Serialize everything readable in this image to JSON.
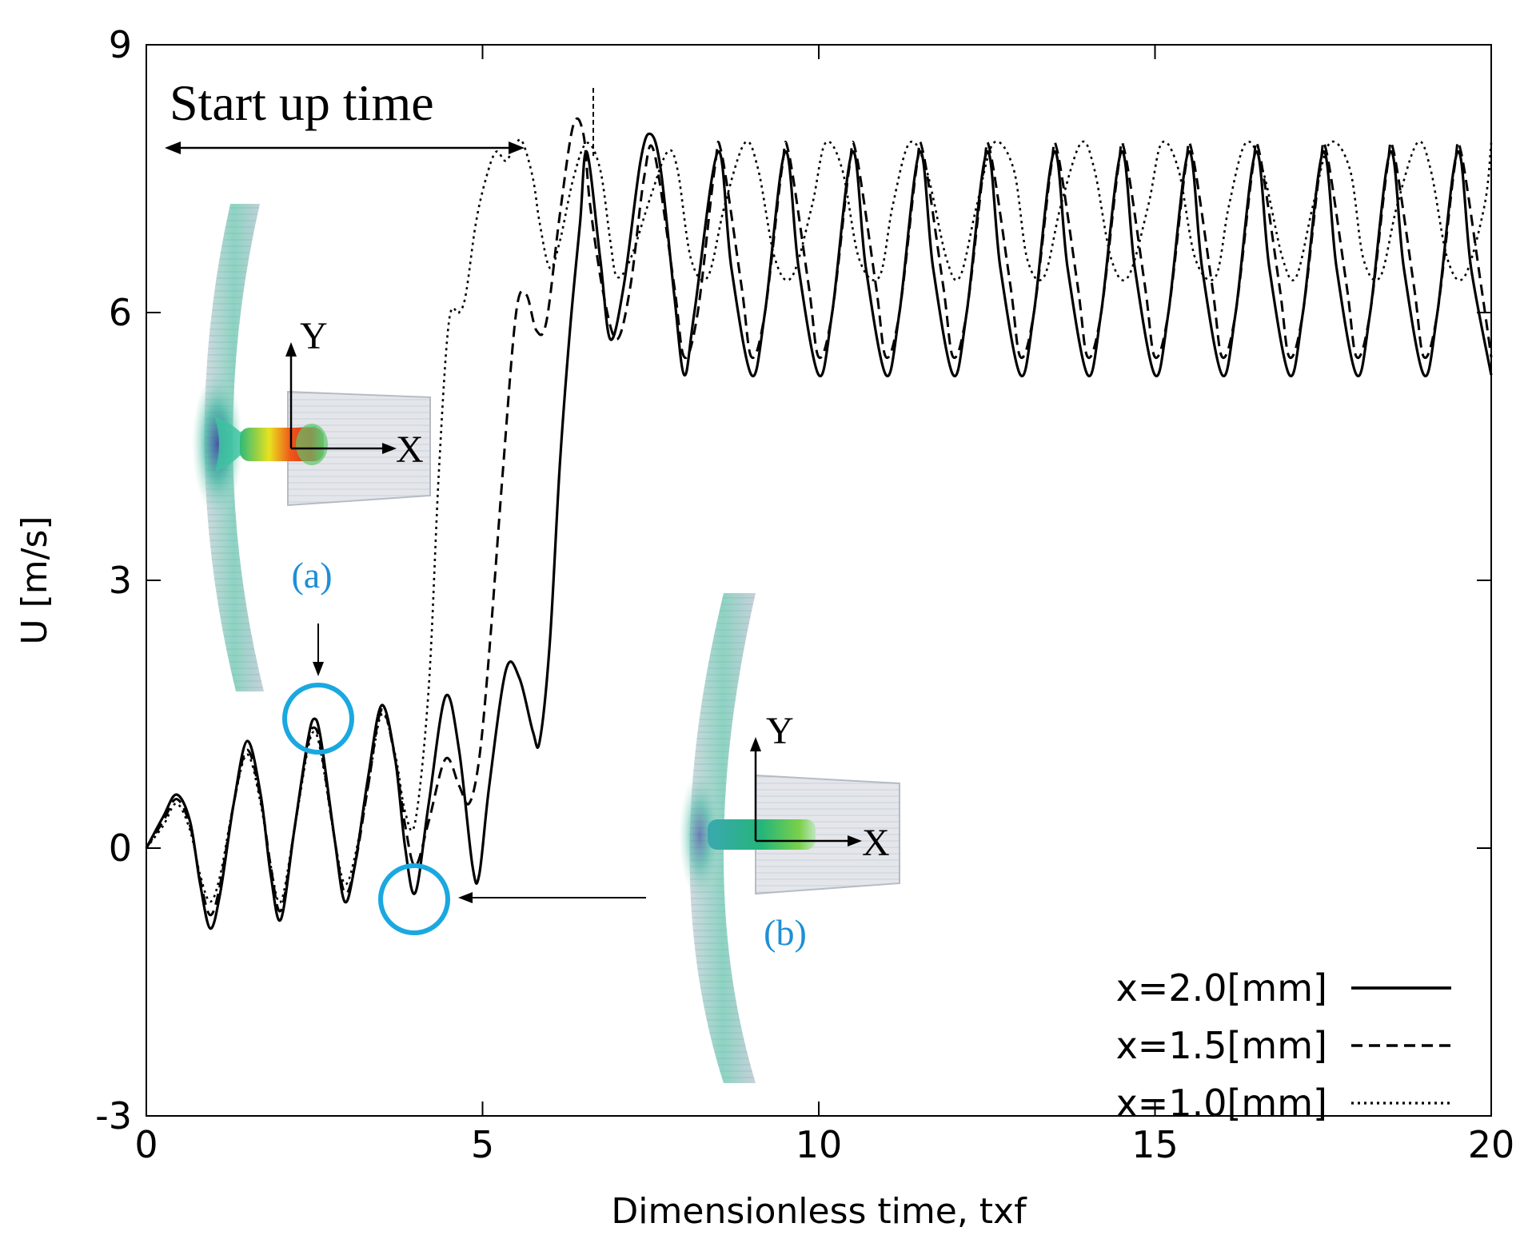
{
  "chart_data": {
    "type": "line",
    "xlabel": "Dimensionless time, txf",
    "ylabel": "U [m/s]",
    "xlim": [
      0,
      20
    ],
    "ylim": [
      -3,
      9
    ],
    "xticks": [
      0,
      5,
      10,
      15,
      20
    ],
    "yticks": [
      -3,
      0,
      3,
      6,
      9
    ],
    "grid": false,
    "legend_position": "bottom-right",
    "annotation_start_up": "Start up time",
    "series": [
      {
        "name": "x=2.0[mm]",
        "style": "solid",
        "x": [
          0,
          0.25,
          0.45,
          0.65,
          0.8,
          0.95,
          1.1,
          1.3,
          1.5,
          1.7,
          1.85,
          2.0,
          2.2,
          2.4,
          2.5,
          2.6,
          2.8,
          2.95,
          3.1,
          3.3,
          3.5,
          3.7,
          3.85,
          4.0,
          4.2,
          4.45,
          4.65,
          4.85,
          4.95,
          5.1,
          5.35,
          5.55,
          5.75,
          5.85,
          6.0,
          6.15,
          6.3,
          6.45,
          6.55,
          6.75,
          6.9,
          7.1,
          7.35,
          7.5,
          7.65,
          7.85,
          8.0,
          8.15,
          8.5,
          8.7,
          9.0,
          9.2,
          9.5,
          9.7,
          10.0,
          10.2,
          10.5,
          10.7,
          11.0,
          11.2,
          11.5,
          11.7,
          12.0,
          12.2,
          12.5,
          12.7,
          13.0,
          13.2,
          13.5,
          13.7,
          14.0,
          14.2,
          14.5,
          14.7,
          15.0,
          15.2,
          15.5,
          15.7,
          16.0,
          16.2,
          16.5,
          16.7,
          17.0,
          17.2,
          17.5,
          17.7,
          18.0,
          18.2,
          18.5,
          18.7,
          19.0,
          19.2,
          19.5,
          19.7,
          20.0
        ],
        "y": [
          0.0,
          0.35,
          0.6,
          0.3,
          -0.4,
          -0.9,
          -0.5,
          0.5,
          1.2,
          0.6,
          -0.3,
          -0.8,
          0.2,
          1.2,
          1.45,
          1.2,
          0.1,
          -0.6,
          -0.2,
          0.8,
          1.6,
          1.0,
          0.0,
          -0.5,
          0.5,
          1.7,
          1.1,
          -0.2,
          -0.3,
          0.7,
          2.0,
          1.9,
          1.3,
          1.2,
          2.3,
          4.3,
          5.8,
          7.0,
          7.8,
          6.6,
          5.7,
          6.3,
          7.7,
          8.0,
          7.6,
          6.2,
          5.3,
          6.0,
          7.8,
          6.5,
          5.3,
          6.0,
          7.8,
          6.5,
          5.3,
          6.0,
          7.8,
          6.5,
          5.3,
          6.0,
          7.8,
          6.5,
          5.3,
          6.0,
          7.8,
          6.5,
          5.3,
          6.0,
          7.8,
          6.5,
          5.3,
          6.0,
          7.8,
          6.5,
          5.3,
          6.0,
          7.8,
          6.5,
          5.3,
          6.0,
          7.8,
          6.5,
          5.3,
          6.0,
          7.8,
          6.5,
          5.3,
          6.0,
          7.8,
          6.5,
          5.3,
          6.0,
          7.8,
          6.5,
          5.3
        ]
      },
      {
        "name": "x=1.5[mm]",
        "style": "dashed",
        "x": [
          0,
          0.25,
          0.45,
          0.65,
          0.8,
          0.95,
          1.1,
          1.3,
          1.5,
          1.7,
          1.85,
          2.0,
          2.2,
          2.4,
          2.5,
          2.6,
          2.8,
          2.95,
          3.1,
          3.3,
          3.5,
          3.7,
          3.85,
          4.0,
          4.2,
          4.45,
          4.65,
          4.8,
          4.95,
          5.1,
          5.3,
          5.5,
          5.65,
          5.8,
          5.95,
          6.15,
          6.35,
          6.5,
          6.6,
          6.8,
          7.0,
          7.2,
          7.4,
          7.55,
          7.85,
          8.0,
          8.2,
          8.45,
          8.55,
          8.85,
          9.0,
          9.2,
          9.45,
          9.55,
          9.85,
          10.0,
          10.2,
          10.45,
          10.55,
          10.85,
          11.0,
          11.2,
          11.45,
          11.55,
          11.85,
          12.0,
          12.2,
          12.45,
          12.55,
          12.85,
          13.0,
          13.2,
          13.45,
          13.55,
          13.85,
          14.0,
          14.2,
          14.45,
          14.55,
          14.85,
          15.0,
          15.2,
          15.45,
          15.55,
          15.85,
          16.0,
          16.2,
          16.45,
          16.55,
          16.85,
          17.0,
          17.2,
          17.45,
          17.55,
          17.85,
          18.0,
          18.2,
          18.45,
          18.55,
          18.85,
          19.0,
          19.2,
          19.45,
          19.55,
          19.85,
          20.0
        ],
        "y": [
          0.0,
          0.3,
          0.55,
          0.25,
          -0.35,
          -0.75,
          -0.4,
          0.5,
          1.1,
          0.55,
          -0.2,
          -0.7,
          0.2,
          1.15,
          1.35,
          1.1,
          0.1,
          -0.5,
          -0.2,
          0.7,
          1.55,
          1.0,
          0.25,
          -0.2,
          0.3,
          1.0,
          0.7,
          0.5,
          1.0,
          2.2,
          4.2,
          6.0,
          6.2,
          5.8,
          5.9,
          7.1,
          8.1,
          8.0,
          7.2,
          6.2,
          5.7,
          6.3,
          7.5,
          7.8,
          6.3,
          5.5,
          6.0,
          7.6,
          7.8,
          6.3,
          5.5,
          6.0,
          7.6,
          7.8,
          6.3,
          5.5,
          6.0,
          7.6,
          7.8,
          6.3,
          5.5,
          6.0,
          7.6,
          7.8,
          6.3,
          5.5,
          6.0,
          7.6,
          7.8,
          6.3,
          5.5,
          6.0,
          7.6,
          7.8,
          6.3,
          5.5,
          6.0,
          7.6,
          7.8,
          6.3,
          5.5,
          6.0,
          7.6,
          7.8,
          6.3,
          5.5,
          6.0,
          7.6,
          7.8,
          6.3,
          5.5,
          6.0,
          7.6,
          7.8,
          6.3,
          5.5,
          6.0,
          7.6,
          7.8,
          6.3,
          5.5,
          6.0,
          7.6,
          7.8,
          6.3,
          5.5
        ]
      },
      {
        "name": "x=1.0[mm]",
        "style": "dotted",
        "x": [
          0,
          0.25,
          0.45,
          0.65,
          0.8,
          0.95,
          1.1,
          1.3,
          1.5,
          1.7,
          1.85,
          2.0,
          2.2,
          2.4,
          2.5,
          2.6,
          2.8,
          2.95,
          3.1,
          3.3,
          3.5,
          3.7,
          3.85,
          4.0,
          4.2,
          4.35,
          4.5,
          4.65,
          4.75,
          4.9,
          5.05,
          5.2,
          5.35,
          5.5,
          5.6,
          5.75,
          5.85,
          6.0,
          6.15,
          6.35,
          6.55,
          6.75,
          6.9,
          7.0,
          7.2,
          7.5,
          7.75,
          7.9,
          8.1,
          8.35,
          8.6,
          8.9,
          9.1,
          9.35,
          9.6,
          9.9,
          10.1,
          10.35,
          10.6,
          10.9,
          11.1,
          11.35,
          11.6,
          11.9,
          12.1,
          12.35,
          12.6,
          12.9,
          13.1,
          13.35,
          13.6,
          13.9,
          14.1,
          14.35,
          14.6,
          14.9,
          15.1,
          15.35,
          15.6,
          15.9,
          16.1,
          16.35,
          16.6,
          16.9,
          17.1,
          17.35,
          17.6,
          17.9,
          18.1,
          18.35,
          18.6,
          18.9,
          19.1,
          19.35,
          19.6,
          19.9,
          20.0
        ],
        "y": [
          0.0,
          0.25,
          0.5,
          0.2,
          -0.3,
          -0.6,
          -0.3,
          0.5,
          1.05,
          0.5,
          -0.2,
          -0.6,
          0.2,
          1.1,
          1.3,
          1.05,
          0.1,
          -0.4,
          -0.1,
          0.7,
          1.5,
          1.05,
          0.4,
          0.3,
          1.8,
          4.2,
          5.9,
          6.0,
          6.2,
          7.0,
          7.5,
          7.8,
          7.7,
          7.9,
          7.9,
          7.5,
          7.0,
          6.5,
          6.8,
          7.5,
          7.9,
          7.6,
          6.8,
          6.4,
          6.6,
          7.3,
          7.8,
          7.6,
          6.6,
          6.4,
          7.2,
          7.9,
          7.6,
          6.6,
          6.4,
          7.2,
          7.9,
          7.6,
          6.6,
          6.4,
          7.2,
          7.9,
          7.6,
          6.6,
          6.4,
          7.2,
          7.9,
          7.6,
          6.6,
          6.4,
          7.2,
          7.9,
          7.6,
          6.6,
          6.4,
          7.2,
          7.9,
          7.6,
          6.6,
          6.4,
          7.2,
          7.9,
          7.6,
          6.6,
          6.4,
          7.2,
          7.9,
          7.6,
          6.6,
          6.4,
          7.2,
          7.9,
          7.6,
          6.6,
          6.4,
          7.2,
          7.9
        ]
      }
    ],
    "insets": [
      {
        "label": "(a)",
        "axis_y": "Y",
        "axis_x": "X"
      },
      {
        "label": "(b)",
        "axis_y": "Y",
        "axis_x": "X"
      }
    ]
  }
}
